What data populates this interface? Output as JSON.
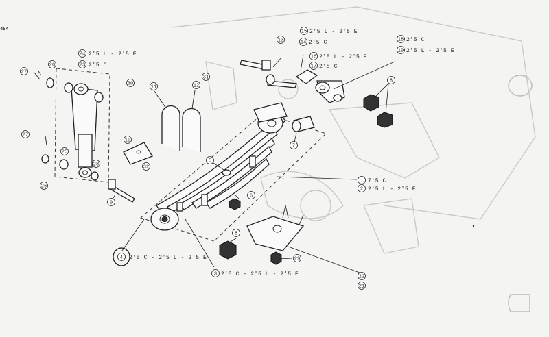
{
  "page": {
    "number": "404"
  },
  "callouts": [
    {
      "id": "c1",
      "num": "1",
      "label": "7'5 C"
    },
    {
      "id": "c2",
      "num": "2",
      "label": "2'5 L - 2'5 E"
    },
    {
      "id": "c3",
      "num": "3",
      "label": "2'5 C - 2'5 L - 2'5 E"
    },
    {
      "id": "c4",
      "num": "4",
      "label": "2'5 C - 2'5 L - 2'5 E"
    },
    {
      "id": "c5",
      "num": "5",
      "label": ""
    },
    {
      "id": "c6",
      "num": "6",
      "label": ""
    },
    {
      "id": "c7",
      "num": "7",
      "label": ""
    },
    {
      "id": "c8a",
      "num": "8",
      "label": ""
    },
    {
      "id": "c8b",
      "num": "8",
      "label": ""
    },
    {
      "id": "c9",
      "num": "9",
      "label": ""
    },
    {
      "id": "c10",
      "num": "10",
      "label": ""
    },
    {
      "id": "c11",
      "num": "11",
      "label": ""
    },
    {
      "id": "c12",
      "num": "12",
      "label": ""
    },
    {
      "id": "c13",
      "num": "13",
      "label": ""
    },
    {
      "id": "c14",
      "num": "14",
      "label": "2'5 C"
    },
    {
      "id": "c15",
      "num": "15",
      "label": "2'5 L - 2'5 E"
    },
    {
      "id": "c16",
      "num": "16",
      "label": "2'5 L - 2'5 E"
    },
    {
      "id": "c17",
      "num": "17",
      "label": "2'5 C"
    },
    {
      "id": "c18",
      "num": "18",
      "label": "2'5 C"
    },
    {
      "id": "c19",
      "num": "19",
      "label": "2'5 L - 2'5 E"
    },
    {
      "id": "c20",
      "num": "20",
      "label": ""
    },
    {
      "id": "c21",
      "num": "21",
      "label": ""
    },
    {
      "id": "c22",
      "num": "22",
      "label": ""
    },
    {
      "id": "c23",
      "num": "23",
      "label": "2'5 C"
    },
    {
      "id": "c24",
      "num": "24",
      "label": "2'5 L - 2'5 E"
    },
    {
      "id": "c25",
      "num": "25",
      "label": ""
    },
    {
      "id": "c26",
      "num": "26",
      "label": ""
    },
    {
      "id": "c27a",
      "num": "27",
      "label": ""
    },
    {
      "id": "c27b",
      "num": "27",
      "label": ""
    },
    {
      "id": "c28",
      "num": "28",
      "label": ""
    },
    {
      "id": "c29",
      "num": "29",
      "label": ""
    },
    {
      "id": "c30",
      "num": "30",
      "label": ""
    },
    {
      "id": "c31",
      "num": "31",
      "label": ""
    },
    {
      "id": "c32",
      "num": "32",
      "label": ""
    }
  ]
}
